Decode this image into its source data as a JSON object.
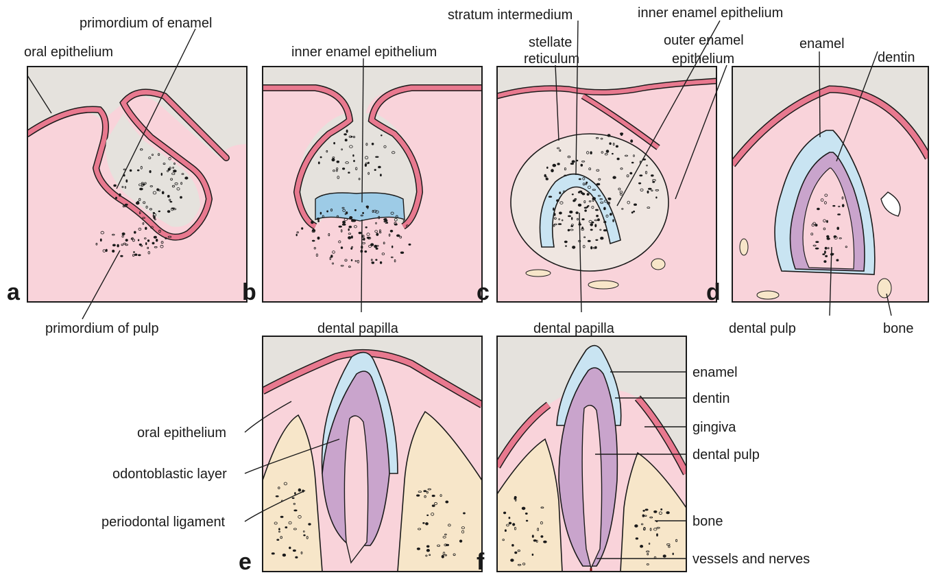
{
  "colors": {
    "background": "#ffffff",
    "tissue_pink": "#f9d3da",
    "epithelium_red": "#e8798f",
    "cavity_gray": "#e5e2dd",
    "enamel_blue": "#c9e4f2",
    "inner_epithelium_blue": "#9dcbe6",
    "dentin_purple": "#c9a4cc",
    "bone_cream": "#f7e6c9",
    "outline": "#1a1a1a"
  },
  "panels": {
    "a": {
      "letter": "a",
      "labels": {
        "oral_epithelium": "oral epithelium",
        "primordium_enamel": "primordium of enamel",
        "primordium_pulp": "primordium of pulp"
      }
    },
    "b": {
      "letter": "b",
      "labels": {
        "inner_enamel_epithelium": "inner enamel epithelium",
        "dental_papilla": "dental papilla"
      }
    },
    "c": {
      "letter": "c",
      "labels": {
        "stratum_intermedium": "stratum intermedium",
        "stellate_reticulum": [
          "stellate",
          "reticulum"
        ],
        "inner_enamel_epithelium": "inner enamel epithelium",
        "outer_enamel_epithelium": [
          "outer enamel",
          "epithelium"
        ],
        "dental_papilla": "dental papilla"
      }
    },
    "d": {
      "letter": "d",
      "labels": {
        "enamel": "enamel",
        "dentin": "dentin",
        "dental_pulp": "dental pulp",
        "bone": "bone"
      }
    },
    "e": {
      "letter": "e",
      "labels": {
        "oral_epithelium": "oral epithelium",
        "odontoblastic_layer": "odontoblastic layer",
        "periodontal_ligament": "periodontal ligament"
      }
    },
    "f": {
      "letter": "f",
      "labels": {
        "enamel": "enamel",
        "dentin": "dentin",
        "gingiva": "gingiva",
        "dental_pulp": "dental pulp",
        "bone": "bone",
        "vessels_nerves": "vessels and nerves"
      }
    }
  }
}
